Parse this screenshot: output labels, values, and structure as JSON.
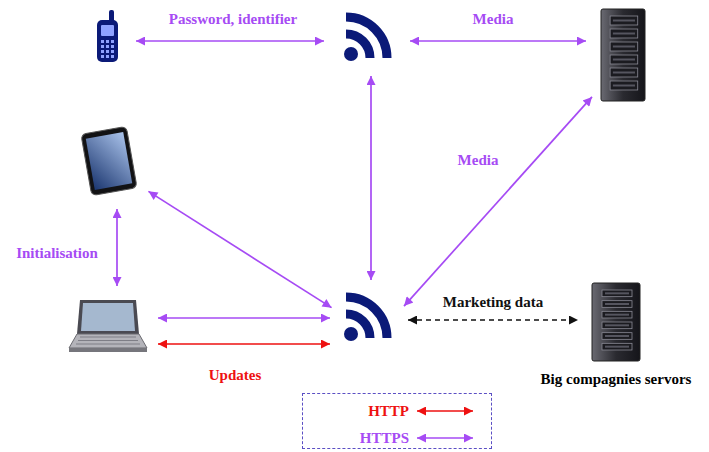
{
  "diagram": {
    "nodes": [
      {
        "text": []
      },
      {
        "text": []
      },
      {
        "text": []
      },
      {
        "text": []
      },
      {
        "text": []
      },
      {
        "text": []
      },
      {
        "text": [
          "Big compagnies servors"
        ]
      }
    ],
    "edges": [
      {
        "from": 0,
        "to": 1,
        "arrow": "both",
        "label": "Password, identifier"
      },
      {
        "from": 1,
        "to": 2,
        "arrow": "both",
        "label": "Media"
      },
      {
        "from": 1,
        "to": 5,
        "arrow": "both"
      },
      {
        "from": 2,
        "to": 5,
        "arrow": "both",
        "label": "Media"
      },
      {
        "from": 3,
        "to": 5,
        "arrow": "both"
      },
      {
        "from": 3,
        "to": 4,
        "arrow": "both",
        "label": "Initialisation"
      },
      {
        "from": 4,
        "to": 5,
        "arrow": "both"
      },
      {
        "from": 4,
        "to": 5,
        "arrow": "both",
        "label": "Updates"
      },
      {
        "from": 5,
        "to": 6,
        "arrow": "both",
        "label": "Marketing data"
      }
    ],
    "legend": [
      {
        "text": "HTTP"
      },
      {
        "text": "HTTPS"
      }
    ]
  }
}
